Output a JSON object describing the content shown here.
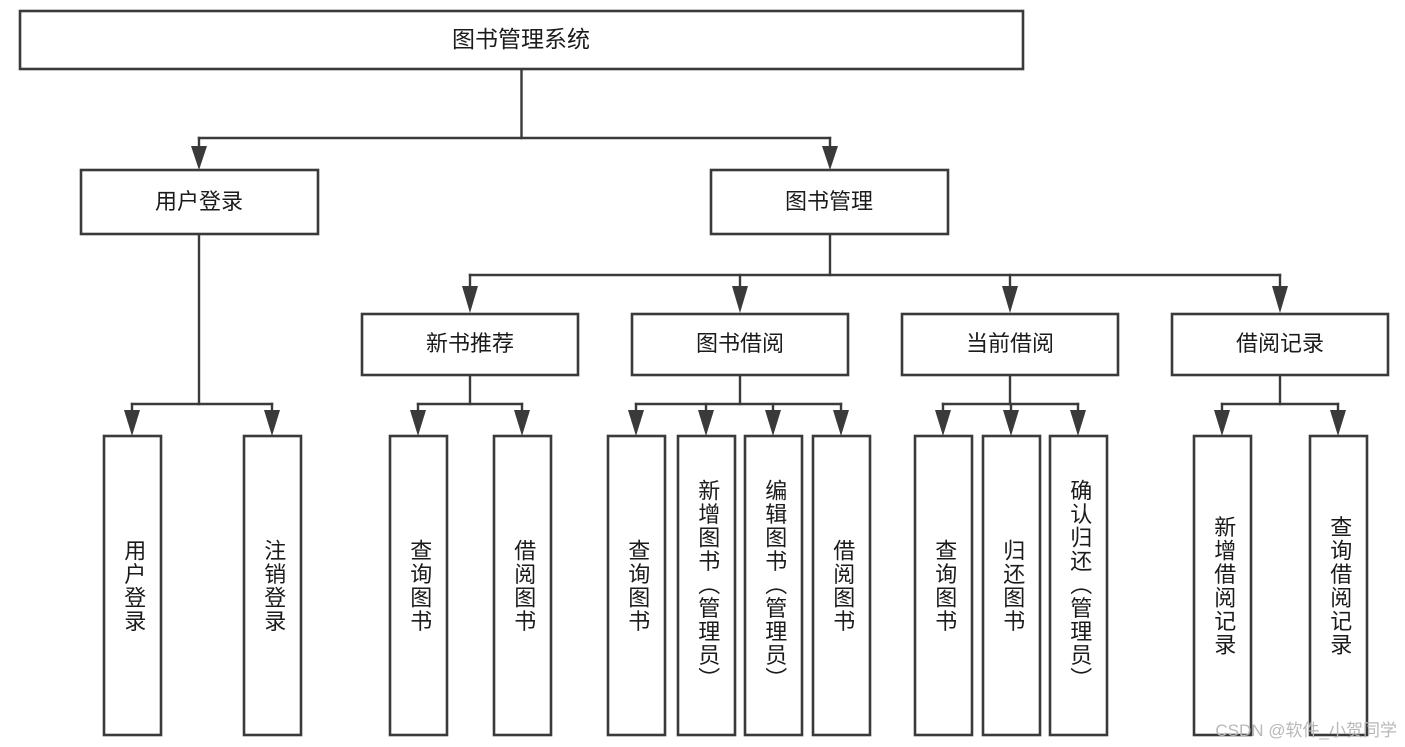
{
  "diagram": {
    "type": "tree-hierarchy",
    "title": "图书管理系统",
    "orientation": "top-down",
    "colors": {
      "box_fill": "#ffffff",
      "box_stroke": "#3a3a3a",
      "text": "#1b1b1b",
      "background": "#ffffff",
      "watermark": "#b8b8b8"
    },
    "root": {
      "label": "图书管理系统"
    },
    "level2": [
      {
        "id": "user-login",
        "label": "用户登录"
      },
      {
        "id": "book-management",
        "label": "图书管理"
      }
    ],
    "level3": [
      {
        "id": "new-book-recommend",
        "label": "新书推荐",
        "parent": "book-management"
      },
      {
        "id": "book-borrow",
        "label": "图书借阅",
        "parent": "book-management"
      },
      {
        "id": "current-borrow",
        "label": "当前借阅",
        "parent": "book-management"
      },
      {
        "id": "borrow-record",
        "label": "借阅记录",
        "parent": "book-management"
      }
    ],
    "leaves": {
      "user-login": [
        {
          "id": "leaf-user-login",
          "label": "用户登录"
        },
        {
          "id": "leaf-user-logout",
          "label": "注销登录"
        }
      ],
      "new-book-recommend": [
        {
          "id": "leaf-query-book-1",
          "label": "查询图书"
        },
        {
          "id": "leaf-borrow-book-1",
          "label": "借阅图书"
        }
      ],
      "book-borrow": [
        {
          "id": "leaf-query-book-2",
          "label": "查询图书"
        },
        {
          "id": "leaf-add-book-admin",
          "label": "新增图书（管理员）"
        },
        {
          "id": "leaf-edit-book-admin",
          "label": "编辑图书（管理员）"
        },
        {
          "id": "leaf-borrow-book-2",
          "label": "借阅图书"
        }
      ],
      "current-borrow": [
        {
          "id": "leaf-query-book-3",
          "label": "查询图书"
        },
        {
          "id": "leaf-return-book",
          "label": "归还图书"
        },
        {
          "id": "leaf-confirm-return-admin",
          "label": "确认归还（管理员）"
        }
      ],
      "borrow-record": [
        {
          "id": "leaf-add-borrow-record",
          "label": "新增借阅记录"
        },
        {
          "id": "leaf-query-borrow-record",
          "label": "查询借阅记录"
        }
      ]
    }
  },
  "watermark": {
    "text": "CSDN @软件_小贺同学"
  }
}
